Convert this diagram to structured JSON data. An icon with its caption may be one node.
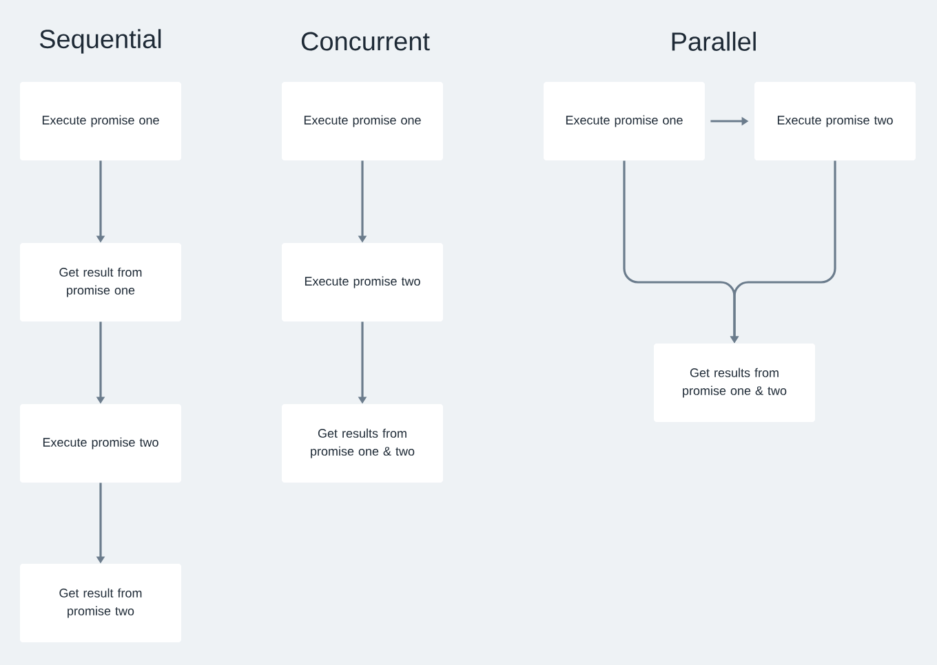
{
  "diagram": {
    "nodes": [
      {
        "text": [
          "Execute promise one"
        ]
      },
      {
        "text": [
          "Get result from promise one"
        ]
      },
      {
        "text": [
          "Execute promise two"
        ]
      },
      {
        "text": [
          "Get result from promise two"
        ]
      },
      {
        "text": [
          "Execute promise one"
        ]
      },
      {
        "text": [
          "Execute promise two"
        ]
      },
      {
        "text": [
          "Get results from promise one & two"
        ]
      },
      {
        "text": [
          "Execute promise one"
        ]
      },
      {
        "text": [
          "Execute promise two"
        ]
      },
      {
        "text": [
          "Get results from promise one & two"
        ]
      }
    ],
    "edges": [
      {
        "from": 0,
        "to": 1,
        "arrow": "to"
      },
      {
        "from": 1,
        "to": 2,
        "arrow": "to"
      },
      {
        "from": 2,
        "to": 3,
        "arrow": "to"
      },
      {
        "from": 4,
        "to": 5,
        "arrow": "to"
      },
      {
        "from": 5,
        "to": 6,
        "arrow": "to"
      },
      {
        "from": 7,
        "to": 8,
        "arrow": "to"
      },
      {
        "from": 7,
        "to": 9,
        "arrow": "to"
      },
      {
        "from": 8,
        "to": 9,
        "arrow": "to"
      }
    ],
    "labels": [
      "Sequential",
      "Concurrent",
      "Parallel"
    ]
  }
}
